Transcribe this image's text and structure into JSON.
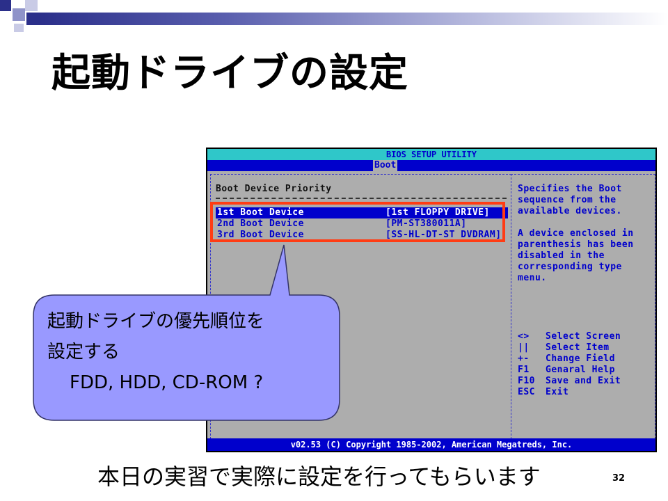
{
  "slide": {
    "title": "起動ドライブの設定",
    "bottom_note": "本日の実習で実際に設定を行ってもらいます",
    "page_number": "32"
  },
  "colors": {
    "bios_bg": "#adadad",
    "bios_blue": "#0000cc",
    "bios_cyan": "#2fc7c9",
    "highlight": "#ff3c14",
    "callout_fill": "#9999ff"
  },
  "bios": {
    "title": "BIOS SETUP UTILITY",
    "active_tab": "Boot",
    "section_heading": "Boot Device Priority",
    "devices": [
      {
        "name": "1st Boot Device",
        "value": "[1st FLOPPY DRIVE]",
        "selected": true
      },
      {
        "name": "2nd Boot Device",
        "value": "[PM-ST380011A]",
        "selected": false
      },
      {
        "name": "3rd Boot Device",
        "value": "[SS-HL-DT-ST DVDRAM]",
        "selected": false
      }
    ],
    "help_paragraph_1": "Specifies the Boot\nsequence from the\navailable devices.",
    "help_paragraph_2": "A device enclosed in\nparenthesis has been\ndisabled in the\ncorresponding type\nmenu.",
    "keys": [
      {
        "key": "<>",
        "desc": "Select Screen"
      },
      {
        "key": "||",
        "desc": "Select Item"
      },
      {
        "key": "+-",
        "desc": "Change Field"
      },
      {
        "key": "F1",
        "desc": "Genaral Help"
      },
      {
        "key": "F10",
        "desc": "Save and Exit"
      },
      {
        "key": "ESC",
        "desc": "Exit"
      }
    ],
    "footer": "v02.53 (C) Copyright 1985-2002, American Megatreds, Inc."
  },
  "callout": {
    "line1": "起動ドライブの優先順位を",
    "line2": "設定する",
    "line3": "FDD, HDD, CD-ROM ?"
  }
}
